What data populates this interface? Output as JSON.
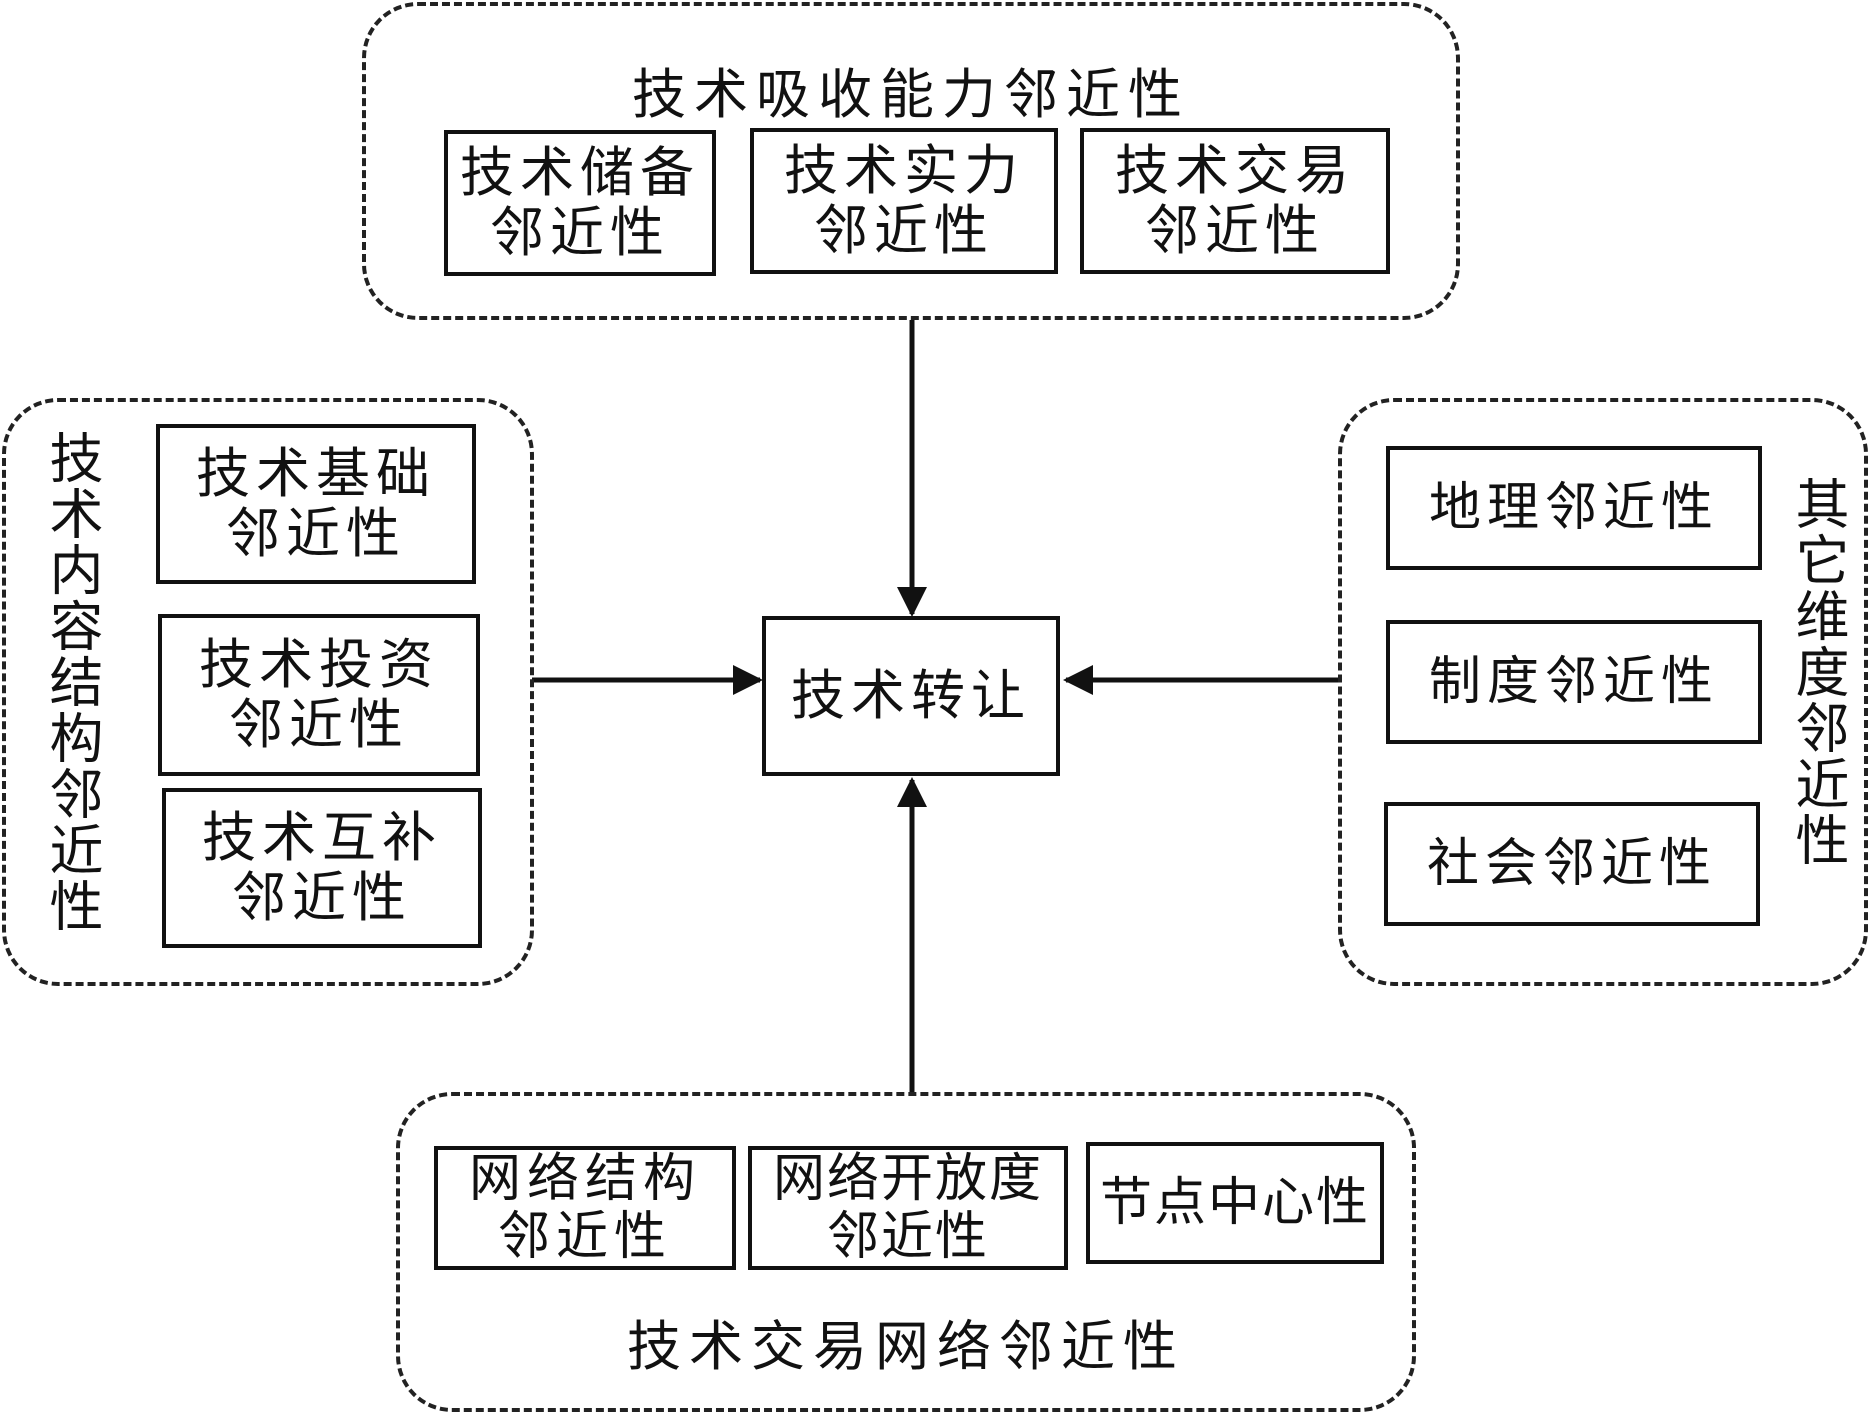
{
  "center": {
    "label": "技术转让"
  },
  "top_group": {
    "title": "技术吸收能力邻近性",
    "items": [
      {
        "line1": "技术储备",
        "line2": "邻近性"
      },
      {
        "line1": "技术实力",
        "line2": "邻近性"
      },
      {
        "line1": "技术交易",
        "line2": "邻近性"
      }
    ]
  },
  "left_group": {
    "title": "技术内容结构邻近性",
    "items": [
      {
        "line1": "技术基础",
        "line2": "邻近性"
      },
      {
        "line1": "技术投资",
        "line2": "邻近性"
      },
      {
        "line1": "技术互补",
        "line2": "邻近性"
      }
    ]
  },
  "right_group": {
    "title": "其它维度邻近性",
    "items": [
      {
        "line1": "地理邻近性"
      },
      {
        "line1": "制度邻近性"
      },
      {
        "line1": "社会邻近性"
      }
    ]
  },
  "bottom_group": {
    "title": "技术交易网络邻近性",
    "items": [
      {
        "line1": "网络结构",
        "line2": "邻近性"
      },
      {
        "line1": "网络开放度",
        "line2": "邻近性"
      },
      {
        "line1": "节点中心性"
      }
    ]
  }
}
